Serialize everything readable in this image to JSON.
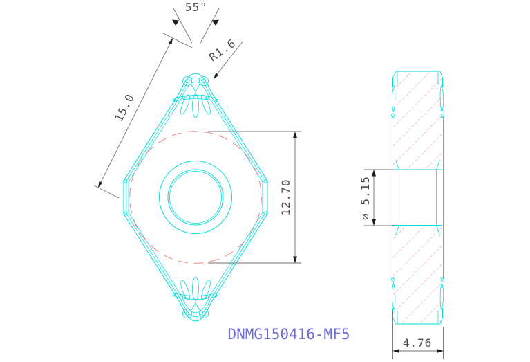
{
  "drawing": {
    "part_label": "DNMG150416-MF5",
    "dimensions": {
      "nose_angle": "55°",
      "corner_radius": "R1.6",
      "edge_length": "15.0",
      "inscribed_circle": "12.70",
      "hole_diameter": "⌀ 5.15",
      "thickness": "4.76"
    },
    "colors": {
      "geometry": "#00dcdc",
      "section_hatch": "#f08080",
      "inscribed_circle_dashed": "#f08080",
      "dimension_lines": "#707070",
      "dimension_text": "#4d4d4d",
      "part_label_text": "#6a6ad4",
      "background": "#ffffff"
    }
  }
}
